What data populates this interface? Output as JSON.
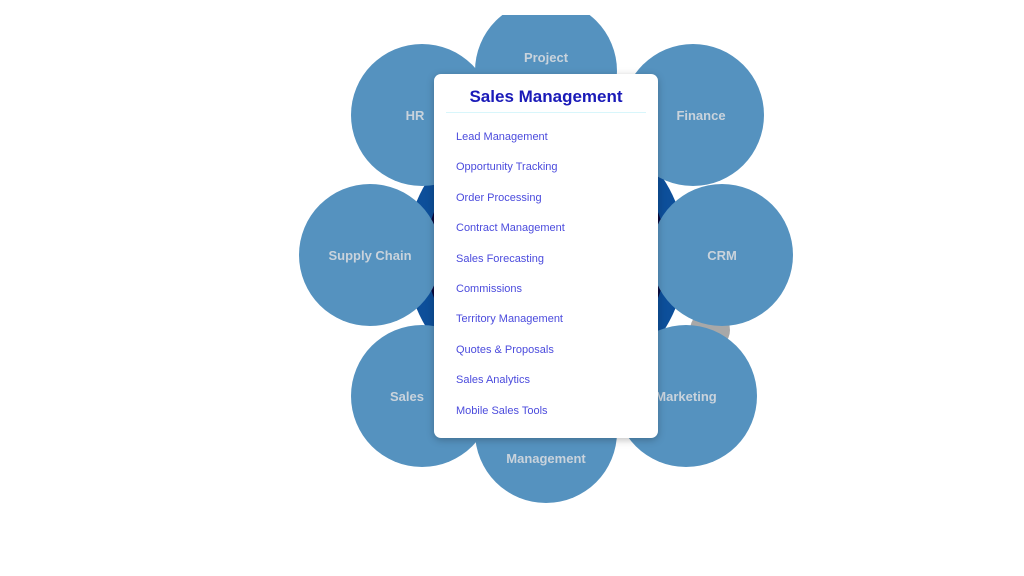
{
  "petals": [
    {
      "label": "Project"
    },
    {
      "label": "HR"
    },
    {
      "label": "Finance"
    },
    {
      "label": "Supply Chain"
    },
    {
      "label": "CRM"
    },
    {
      "label": "Sales"
    },
    {
      "label": "Marketing"
    },
    {
      "label": "Management"
    }
  ],
  "popup": {
    "title": "Sales Management",
    "items": [
      "Lead Management",
      "Opportunity Tracking",
      "Order Processing",
      "Contract Management",
      "Sales Forecasting",
      "Commissions",
      "Territory Management",
      "Quotes & Proposals",
      "Sales Analytics",
      "Mobile Sales Tools"
    ]
  },
  "colors": {
    "petal": "#5592bf",
    "core": "#0a0a40",
    "ring": "#0d4f9a",
    "title": "#1a1ab8",
    "item": "#4b4bdd"
  }
}
